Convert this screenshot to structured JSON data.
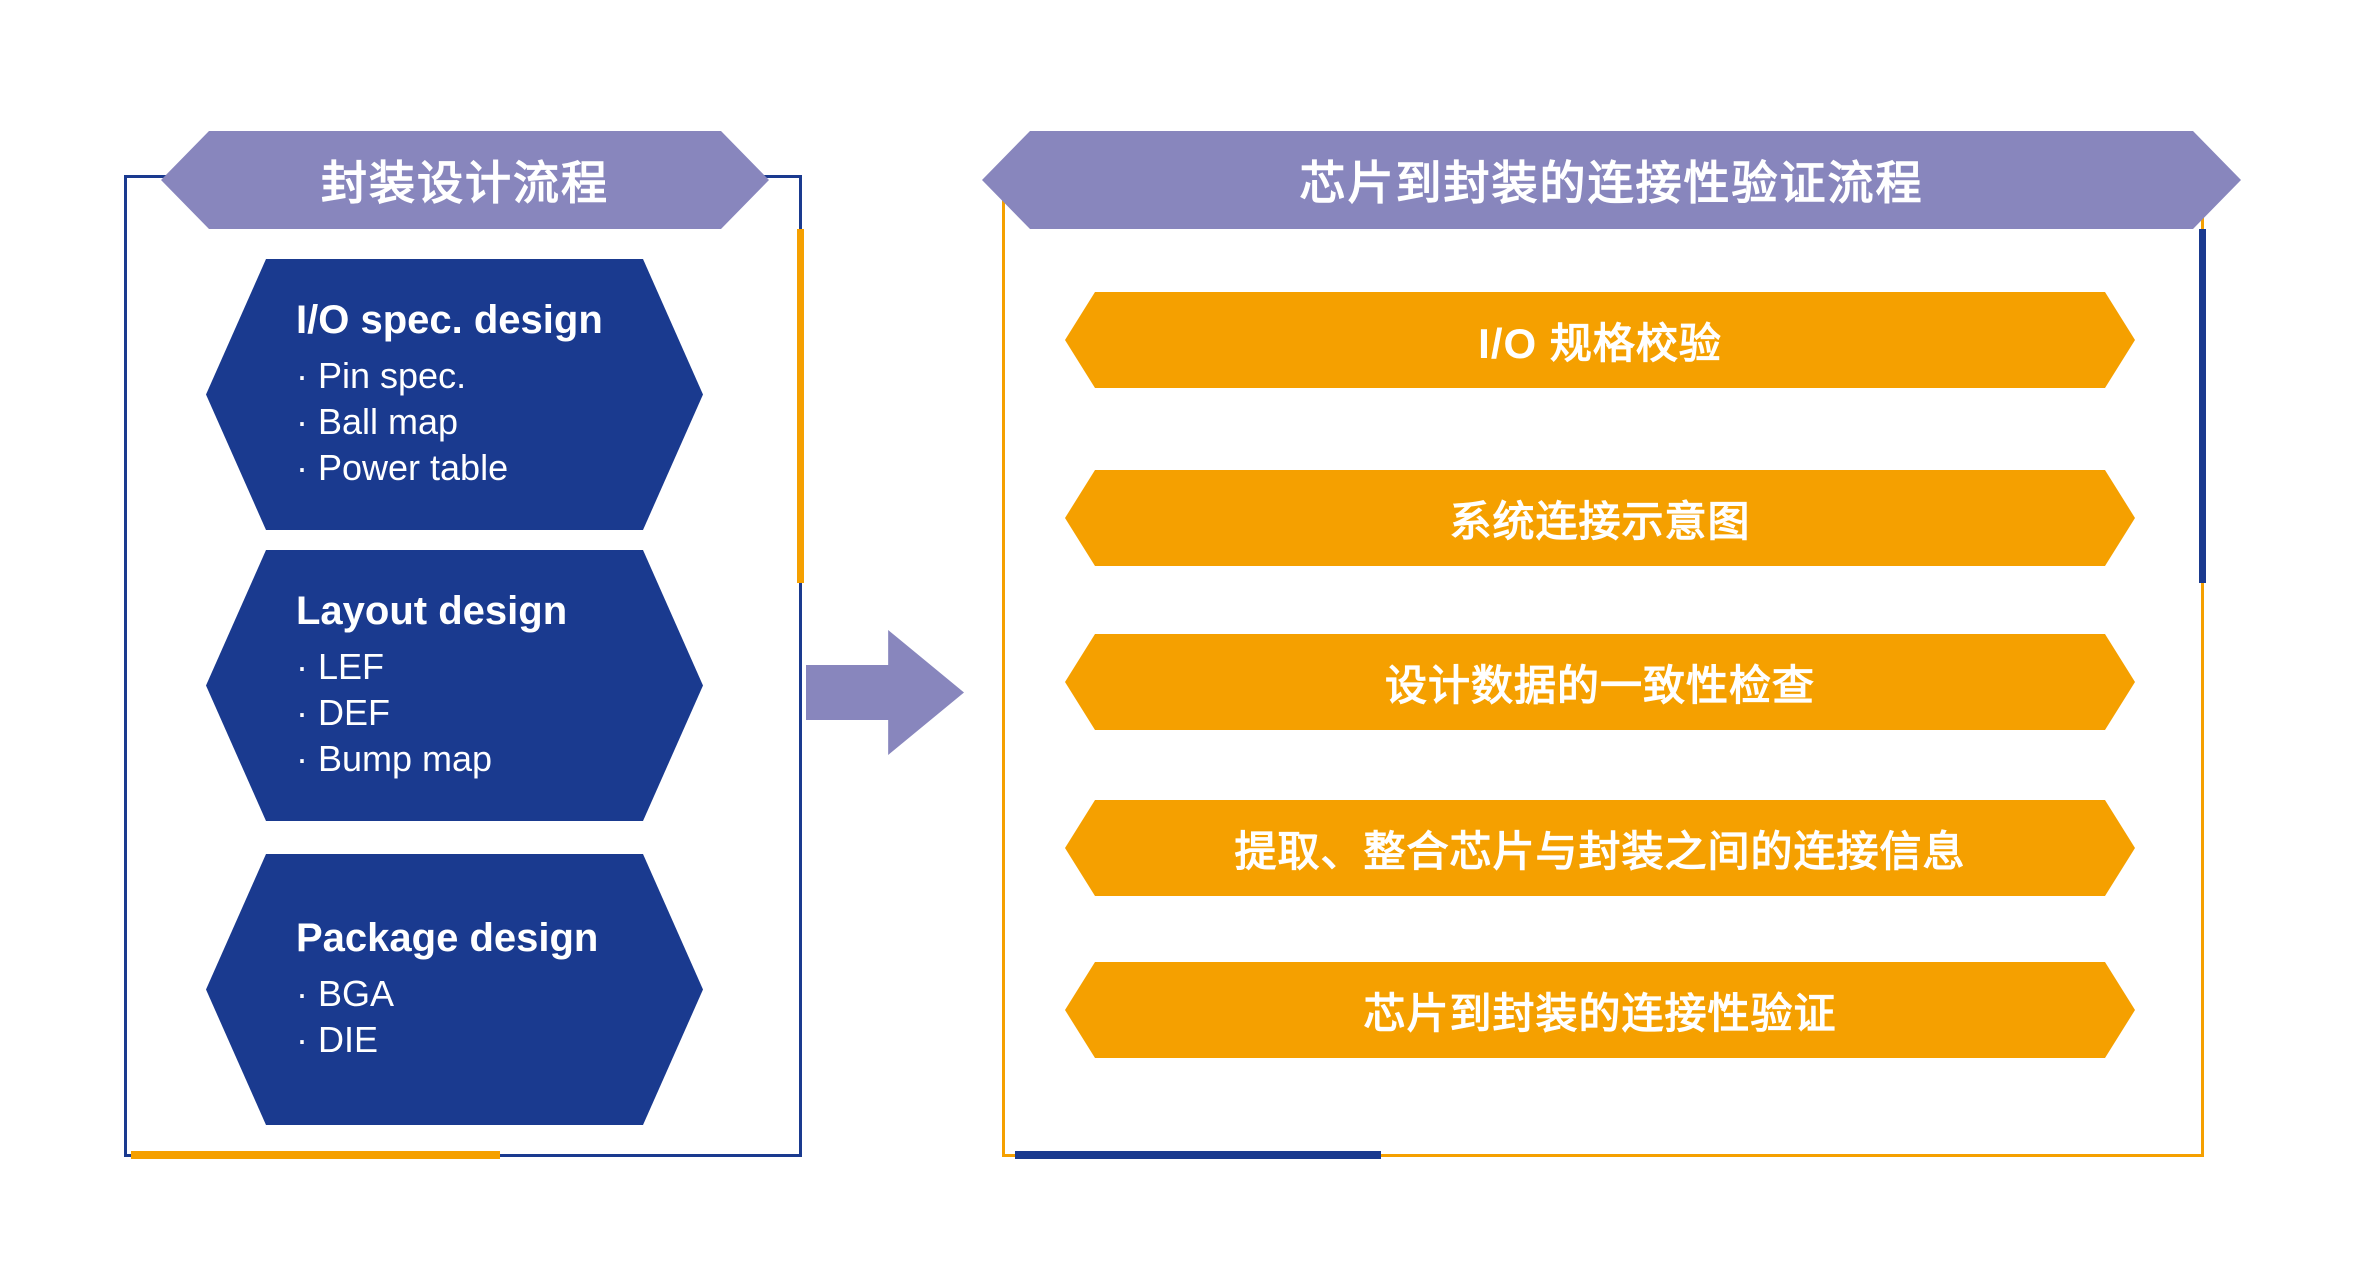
{
  "colors": {
    "purple": "#8886BD",
    "navy": "#1A3A8F",
    "orange": "#F5A000",
    "white": "#FFFFFF"
  },
  "left_panel": {
    "header": "封装设计流程",
    "stages": [
      {
        "title": "I/O spec. design",
        "items": [
          "· Pin spec.",
          "· Ball map",
          "· Power table"
        ]
      },
      {
        "title": "Layout design",
        "items": [
          "· LEF",
          "· DEF",
          "· Bump map"
        ]
      },
      {
        "title": "Package design",
        "items": [
          "· BGA",
          "· DIE"
        ]
      }
    ]
  },
  "right_panel": {
    "header": "芯片到封装的连接性验证流程",
    "steps": [
      "I/O 规格校验",
      "系统连接示意图",
      "设计数据的一致性检查",
      "提取、整合芯片与封装之间的连接信息",
      "芯片到封装的连接性验证"
    ]
  }
}
